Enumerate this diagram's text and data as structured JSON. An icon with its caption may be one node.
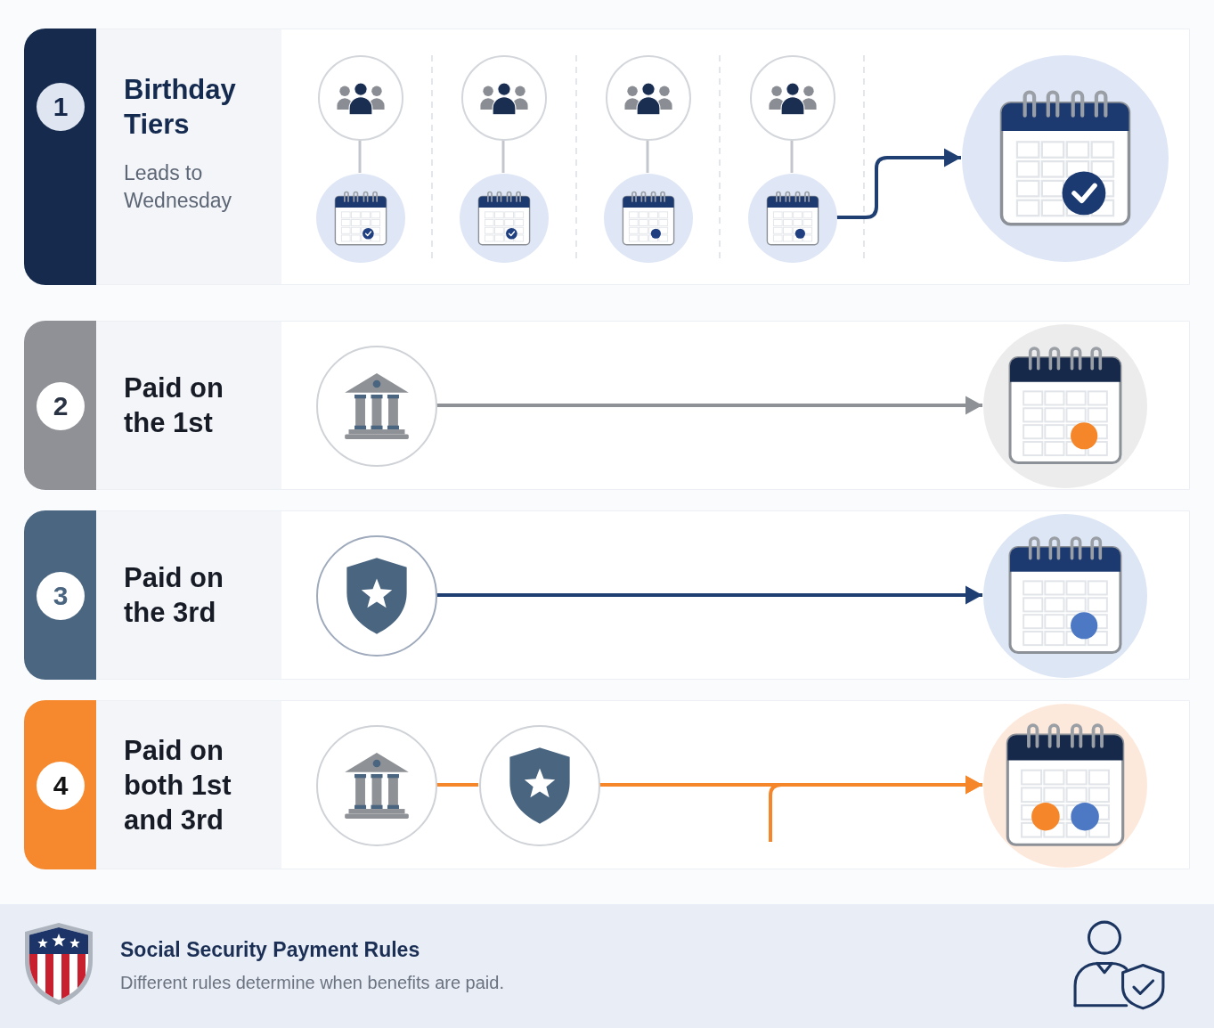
{
  "diagram": {
    "title": "Social Security Payment Rules",
    "caption": "Different rules determine when benefits are paid.",
    "nodes": [
      {
        "text": [
          "Birthday Tiers",
          "Leads to Wednesday"
        ]
      },
      {
        "text": [
          "1"
        ],
        "in": 0
      },
      {
        "text": [],
        "shape": "circle",
        "in": 0
      },
      {
        "text": [],
        "shape": "circle",
        "in": 0
      },
      {
        "text": [],
        "shape": "circle",
        "in": 0
      },
      {
        "text": [],
        "shape": "circle",
        "in": 0
      },
      {
        "text": [],
        "shape": "circle",
        "in": 0
      },
      {
        "text": [],
        "shape": "circle",
        "in": 0
      },
      {
        "text": [],
        "shape": "circle",
        "in": 0
      },
      {
        "text": [],
        "shape": "circle",
        "in": 0
      },
      {
        "text": [],
        "shape": "circle",
        "in": 0
      },
      {
        "text": [
          "Paid on the 1st"
        ]
      },
      {
        "text": [
          "2"
        ],
        "in": 11
      },
      {
        "text": [],
        "shape": "circle",
        "in": 11
      },
      {
        "text": [],
        "shape": "circle",
        "in": 11
      },
      {
        "text": [
          "Paid on the 3rd"
        ]
      },
      {
        "text": [
          "3"
        ],
        "in": 15
      },
      {
        "text": [],
        "shape": "circle",
        "in": 15
      },
      {
        "text": [],
        "shape": "circle",
        "in": 15
      },
      {
        "text": [
          "Paid on both 1st and 3rd"
        ]
      },
      {
        "text": [
          "4"
        ],
        "in": 19
      },
      {
        "text": [],
        "shape": "circle",
        "in": 19
      },
      {
        "text": [],
        "shape": "circle",
        "in": 19
      },
      {
        "text": [],
        "shape": "circle",
        "in": 19
      }
    ],
    "edges": [
      {
        "from": 2,
        "to": 3,
        "arrow": "none"
      },
      {
        "from": 4,
        "to": 5,
        "arrow": "none"
      },
      {
        "from": 6,
        "to": 7,
        "arrow": "none"
      },
      {
        "from": 8,
        "to": 9,
        "arrow": "none"
      },
      {
        "from": 9,
        "to": 10,
        "arrow": "to",
        "color": "#1f3f73"
      },
      {
        "from": 13,
        "to": 14,
        "arrow": "to",
        "color": "#8e9196"
      },
      {
        "from": 17,
        "to": 18,
        "arrow": "to",
        "color": "#1f3f73"
      },
      {
        "from": 21,
        "to": 22,
        "arrow": "none",
        "color": "#f5862a"
      },
      {
        "from": 22,
        "to": 23,
        "arrow": "to",
        "color": "#f5862a"
      },
      {
        "from": null,
        "to": 23,
        "arrow": "to",
        "color": "#f5862a"
      }
    ]
  }
}
